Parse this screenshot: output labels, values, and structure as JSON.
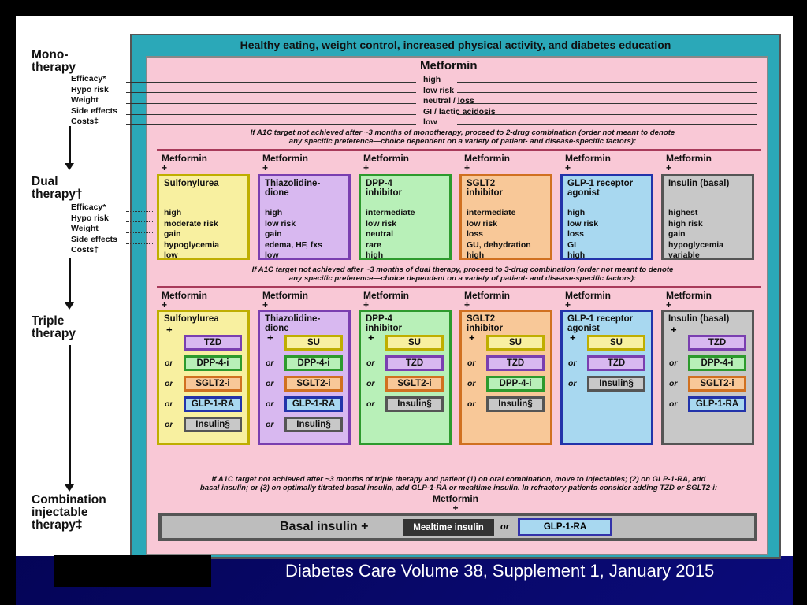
{
  "caption": "Diabetes Care Volume 38, Supplement 1, January 2015",
  "left": {
    "mono": [
      "Mono-",
      "therapy"
    ],
    "dual": [
      "Dual",
      "therapy†"
    ],
    "triple": [
      "Triple",
      "therapy"
    ],
    "combo": [
      "Combination",
      "injectable",
      "therapy‡"
    ],
    "metrics": [
      "Efficacy*",
      "Hypo risk",
      "Weight",
      "Side effects",
      "Costs‡"
    ]
  },
  "top_banner": "Healthy eating, weight control, increased physical activity, and diabetes education",
  "monotherapy": {
    "drug": "Metformin",
    "values": [
      "high",
      "low risk",
      "neutral / loss",
      "GI / lactic acidosis",
      "low"
    ]
  },
  "notes": {
    "after_mono": [
      "If A1C target not achieved after ~3 months of monotherapy, proceed to 2-drug combination (order not meant to denote",
      "any specific preference—choice dependent on a variety of patient- and disease-specific factors):"
    ],
    "after_dual": [
      "If A1C target not achieved after ~3 months of dual therapy, proceed to 3-drug combination (order not meant to denote",
      "any specific preference—choice dependent on a variety of patient- and disease-specific factors):"
    ],
    "after_triple": [
      "If A1C target not achieved after ~3 months of triple therapy and patient (1) on oral combination, move to injectables; (2) on GLP-1-RA, add",
      "basal insulin; or (3) on optimally titrated basal insulin, add GLP-1-RA or mealtime insulin. In refractory patients consider adding TZD or SGLT2-i:"
    ]
  },
  "metformin_label": "Metformin",
  "plus": "+",
  "or": "or",
  "dual": [
    {
      "title": [
        "Sulfonylurea"
      ],
      "values": [
        "high",
        "moderate risk",
        "gain",
        "hypoglycemia",
        "low"
      ],
      "bg": "#f8f0a0",
      "border": "#bfae00"
    },
    {
      "title": [
        "Thiazolidine-",
        "dione"
      ],
      "values": [
        "high",
        "low risk",
        "gain",
        "edema, HF, fxs",
        "low"
      ],
      "bg": "#d8b8f0",
      "border": "#7a3fb0"
    },
    {
      "title": [
        "DPP-4",
        "inhibitor"
      ],
      "values": [
        "intermediate",
        "low risk",
        "neutral",
        "rare",
        "high"
      ],
      "bg": "#b8f0b8",
      "border": "#2d9a2d"
    },
    {
      "title": [
        "SGLT2",
        "inhibitor"
      ],
      "values": [
        "intermediate",
        "low risk",
        "loss",
        "GU, dehydration",
        "high"
      ],
      "bg": "#f8c898",
      "border": "#d07020"
    },
    {
      "title": [
        "GLP-1 receptor",
        "agonist"
      ],
      "values": [
        "high",
        "low risk",
        "loss",
        "GI",
        "high"
      ],
      "bg": "#a8d8f0",
      "border": "#2233aa"
    },
    {
      "title": [
        "Insulin (basal)"
      ],
      "values": [
        "highest",
        "high risk",
        "gain",
        "hypoglycemia",
        "variable"
      ],
      "bg": "#c8c8c8",
      "border": "#555555"
    }
  ],
  "triple": [
    {
      "title": [
        "Sulfonylurea"
      ],
      "options": [
        "TZD",
        "DPP-4-i",
        "SGLT2-i",
        "GLP-1-RA",
        "Insulin§"
      ]
    },
    {
      "title": [
        "Thiazolidine-",
        "dione"
      ],
      "options": [
        "SU",
        "DPP-4-i",
        "SGLT2-i",
        "GLP-1-RA",
        "Insulin§"
      ]
    },
    {
      "title": [
        "DPP-4",
        "inhibitor"
      ],
      "options": [
        "SU",
        "TZD",
        "SGLT2-i",
        "Insulin§"
      ]
    },
    {
      "title": [
        "SGLT2",
        "inhibitor"
      ],
      "options": [
        "SU",
        "TZD",
        "DPP-4-i",
        "Insulin§"
      ]
    },
    {
      "title": [
        "GLP-1 receptor",
        "agonist"
      ],
      "options": [
        "SU",
        "TZD",
        "Insulin§"
      ]
    },
    {
      "title": [
        "Insulin (basal)"
      ],
      "options": [
        "TZD",
        "DPP-4-i",
        "SGLT2-i",
        "GLP-1-RA"
      ]
    }
  ],
  "pill_colors": {
    "SU": {
      "bg": "#f8f0a0",
      "border": "#bfae00"
    },
    "TZD": {
      "bg": "#d8b8f0",
      "border": "#7a3fb0"
    },
    "DPP-4-i": {
      "bg": "#b8f0b8",
      "border": "#2d9a2d"
    },
    "SGLT2-i": {
      "bg": "#f8c898",
      "border": "#d07020"
    },
    "GLP-1-RA": {
      "bg": "#a8d8f0",
      "border": "#2233aa"
    },
    "Insulin§": {
      "bg": "#c8c8c8",
      "border": "#555555"
    }
  },
  "combo": {
    "basal": "Basal insulin +",
    "mealtime": "Mealtime insulin",
    "glp": "GLP-1-RA"
  }
}
